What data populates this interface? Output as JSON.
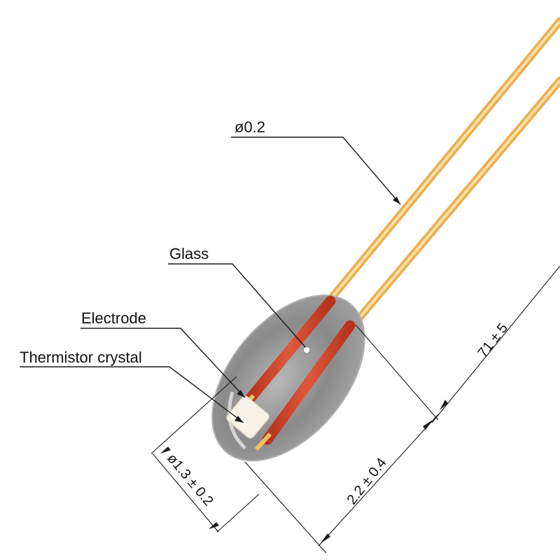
{
  "labels": {
    "wire_diameter": "ø0.2",
    "glass": "Glass",
    "electrode": "Electrode",
    "thermistor_crystal": "Thermistor crystal"
  },
  "dimensions": {
    "lead_length": "71 ± 5",
    "bead_length": "2.2 ± 0.4",
    "bead_diameter": "ø1.3 ± 0.2"
  },
  "colors": {
    "lead_wire": "#f3c36a",
    "lead_wire_highlight": "#fde3a6",
    "electrode": "#d2452a",
    "glass_body": "#8e8e8e",
    "crystal": "#f4f0e6",
    "line": "#1a1a1a"
  }
}
